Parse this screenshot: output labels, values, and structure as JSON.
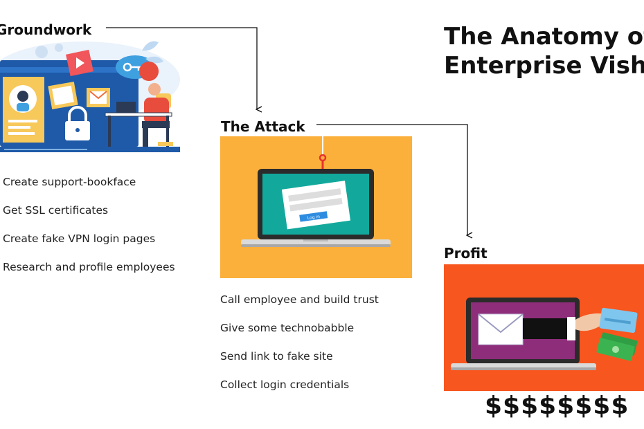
{
  "title": {
    "line1": "The Anatomy of",
    "line2": "Enterprise Vishi"
  },
  "stages": [
    {
      "heading": "Groundwork",
      "items": [
        "Create support-bookface",
        "Get SSL certificates",
        "Create fake VPN login pages",
        "Research and profile employees"
      ]
    },
    {
      "heading": "The Attack",
      "items": [
        "Call employee and build trust",
        "Give some technobabble",
        "Send link to fake site",
        "Collect login credentials"
      ]
    },
    {
      "heading": "Profit",
      "items": []
    }
  ],
  "profit_amount": "$$$$$$$$",
  "illustration_labels": {
    "login_button": "Log in"
  },
  "colors": {
    "attack_bg": "#FBB03B",
    "profit_bg": "#F7561E",
    "groundwork_bg": "#1E5AA8",
    "screen_teal": "#12A99C",
    "arrow": "#111111"
  }
}
